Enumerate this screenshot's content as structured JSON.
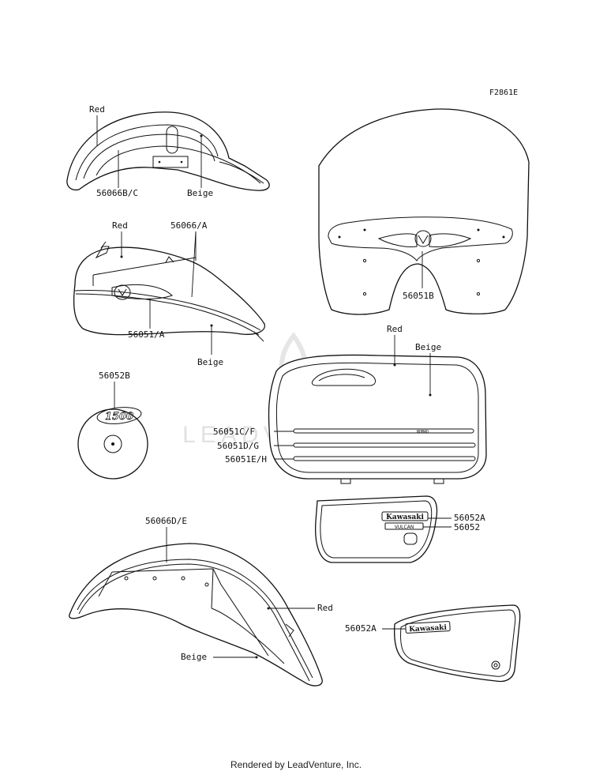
{
  "figure_code": "F2861E",
  "watermark": "LEADVENTURE",
  "footer": "Rendered by LeadVenture, Inc.",
  "labels": {
    "rear_fender_red": "Red",
    "rear_fender_part": "56066B/C",
    "rear_fender_beige": "Beige",
    "tank_red": "Red",
    "tank_part_top": "56066/A",
    "tank_part_bottom": "56051/A",
    "tank_beige": "Beige",
    "emblem_part": "56052B",
    "emblem_text": "1500",
    "windshield_part": "56051B",
    "cover_red": "Red",
    "cover_beige": "Beige",
    "stripe_1": "56051C/F",
    "stripe_2": "56051D/G",
    "stripe_3": "56051E/H",
    "nomad_text": "NOMAD",
    "side_right_part_a": "56052A",
    "side_right_part_b": "56052",
    "front_fender_part": "56066D/E",
    "front_fender_red": "Red",
    "front_fender_beige": "Beige",
    "side_left_part": "56052A",
    "kawasaki_badge": "Kawasaki",
    "vulcan_badge": "VULCAN"
  }
}
